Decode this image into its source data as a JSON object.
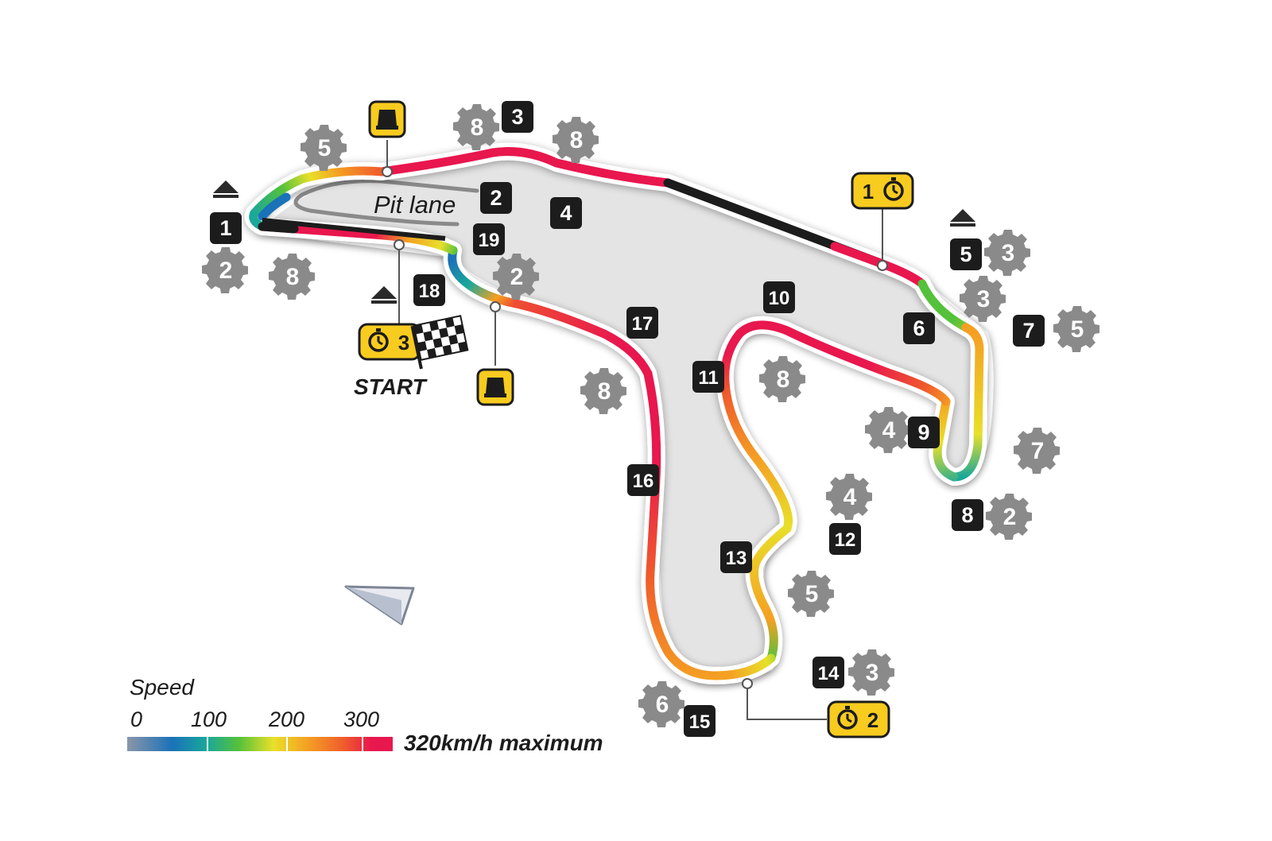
{
  "map": {
    "pit_lane_label": "Pit lane",
    "start_label": "START",
    "corners": [
      "1",
      "2",
      "3",
      "4",
      "5",
      "6",
      "7",
      "8",
      "9",
      "10",
      "11",
      "12",
      "13",
      "14",
      "15",
      "16",
      "17",
      "18",
      "19"
    ],
    "gears": [
      "5",
      "8",
      "8",
      "2",
      "8",
      "2",
      "3",
      "3",
      "5",
      "7",
      "2",
      "4",
      "8",
      "8",
      "4",
      "5",
      "3",
      "6"
    ],
    "sectors": [
      "1",
      "2",
      "3"
    ]
  },
  "legend": {
    "title": "Speed",
    "ticks": [
      "0",
      "100",
      "200",
      "300"
    ],
    "max_label": "320km/h maximum",
    "colors": [
      "#8a96a8",
      "#1a72b8",
      "#19a89a",
      "#55c13a",
      "#e8e02a",
      "#f4a023",
      "#ef5a2c",
      "#e8174e"
    ]
  },
  "colors": {
    "track_red": "#e8174e",
    "track_black": "#1c1c1c",
    "infield": "#e4e4e4",
    "corner_box": "#1c1c1c",
    "gear_cog": "#8a8a8a",
    "sector_yellow": "#f8cb1f",
    "drs_arrow": "#2a2a2a"
  },
  "icons": [
    "speed-trap-icon",
    "stopwatch-icon",
    "chequered-flag-icon",
    "gear-cog-icon",
    "drs-arrow-icon",
    "compass-arrow-icon"
  ]
}
